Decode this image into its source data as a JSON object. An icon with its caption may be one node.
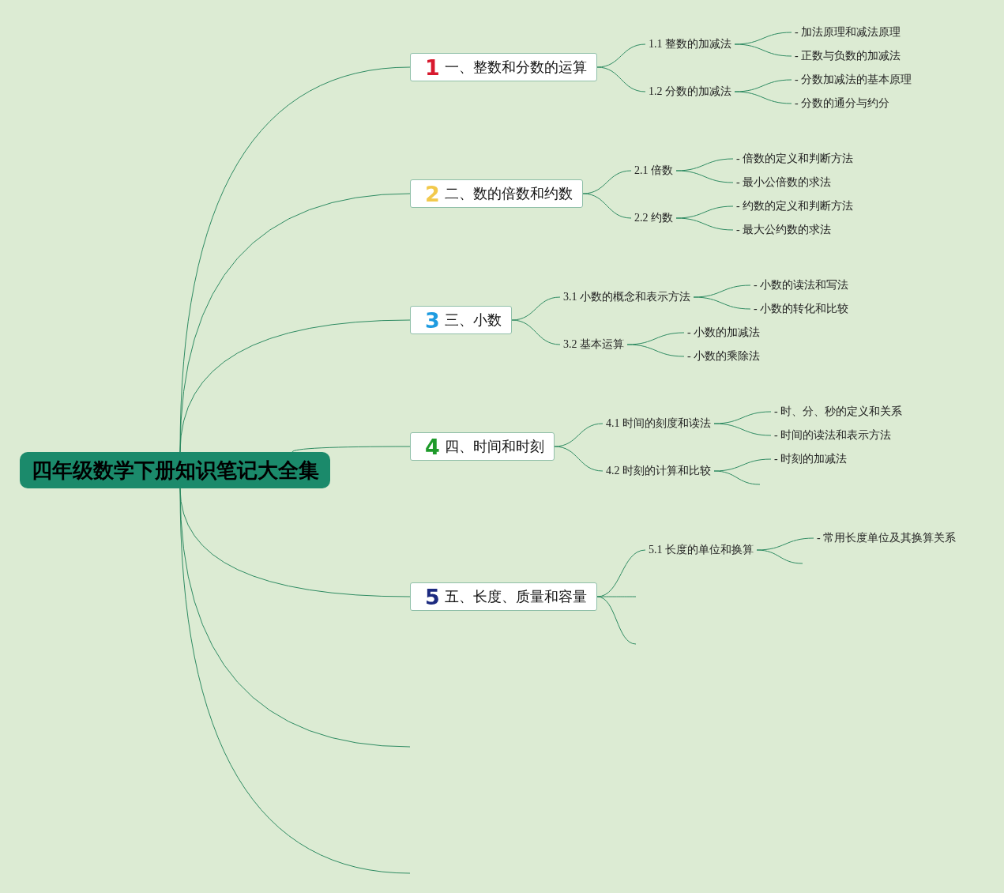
{
  "diagram": {
    "nodes": [
      {
        "text": [
          "四年级数学下册知识笔记大全集"
        ]
      },
      {
        "text": [
          "1",
          "一、整数和分数的运算"
        ]
      },
      {
        "text": [
          "1.1 整数的加减法"
        ]
      },
      {
        "text": [
          "- 加法原理和减法原理"
        ]
      },
      {
        "text": [
          "- 正数与负数的加减法"
        ]
      },
      {
        "text": [
          "1.2 分数的加减法"
        ]
      },
      {
        "text": [
          "- 分数加减法的基本原理"
        ]
      },
      {
        "text": [
          "- 分数的通分与约分"
        ]
      },
      {
        "text": [
          "2",
          "二、数的倍数和约数"
        ]
      },
      {
        "text": [
          "2.1 倍数"
        ]
      },
      {
        "text": [
          "- 倍数的定义和判断方法"
        ]
      },
      {
        "text": [
          "- 最小公倍数的求法"
        ]
      },
      {
        "text": [
          "2.2 约数"
        ]
      },
      {
        "text": [
          "- 约数的定义和判断方法"
        ]
      },
      {
        "text": [
          "- 最大公约数的求法"
        ]
      },
      {
        "text": [
          "3",
          "三、小数"
        ]
      },
      {
        "text": [
          "3.1 小数的概念和表示方法"
        ]
      },
      {
        "text": [
          "- 小数的读法和写法"
        ]
      },
      {
        "text": [
          "- 小数的转化和比较"
        ]
      },
      {
        "text": [
          "3.2 基本运算"
        ]
      },
      {
        "text": [
          "- 小数的加减法"
        ]
      },
      {
        "text": [
          "- 小数的乘除法"
        ]
      },
      {
        "text": [
          "4",
          "四、时间和时刻"
        ]
      },
      {
        "text": [
          "4.1 时间的刻度和读法"
        ]
      },
      {
        "text": [
          "- 时、分、秒的定义和关系"
        ]
      },
      {
        "text": [
          "- 时间的读法和表示方法"
        ]
      },
      {
        "text": [
          "4.2 时刻的计算和比较"
        ]
      },
      {
        "text": [
          "- 时刻的加减法"
        ]
      },
      {
        "text": [
          "5",
          "五、长度、质量和容量"
        ]
      },
      {
        "text": [
          "5.1 长度的单位和换算"
        ]
      },
      {
        "text": [
          "- 常用长度单位及其换算关系"
        ]
      }
    ],
    "edges": [
      {
        "from": 0,
        "to": 1,
        "arrow": "none"
      },
      {
        "from": 0,
        "to": 8,
        "arrow": "none"
      },
      {
        "from": 0,
        "to": 15,
        "arrow": "none"
      },
      {
        "from": 0,
        "to": 22,
        "arrow": "none"
      },
      {
        "from": 0,
        "to": 28,
        "arrow": "none"
      },
      {
        "from": 0,
        "to": null,
        "arrow": "none"
      },
      {
        "from": 0,
        "to": null,
        "arrow": "none"
      },
      {
        "from": 1,
        "to": 2,
        "arrow": "none"
      },
      {
        "from": 1,
        "to": 5,
        "arrow": "none"
      },
      {
        "from": 2,
        "to": 3,
        "arrow": "none"
      },
      {
        "from": 2,
        "to": 4,
        "arrow": "none"
      },
      {
        "from": 5,
        "to": 6,
        "arrow": "none"
      },
      {
        "from": 5,
        "to": 7,
        "arrow": "none"
      },
      {
        "from": 8,
        "to": 9,
        "arrow": "none"
      },
      {
        "from": 8,
        "to": 12,
        "arrow": "none"
      },
      {
        "from": 9,
        "to": 10,
        "arrow": "none"
      },
      {
        "from": 9,
        "to": 11,
        "arrow": "none"
      },
      {
        "from": 12,
        "to": 13,
        "arrow": "none"
      },
      {
        "from": 12,
        "to": 14,
        "arrow": "none"
      },
      {
        "from": 15,
        "to": 16,
        "arrow": "none"
      },
      {
        "from": 15,
        "to": 19,
        "arrow": "none"
      },
      {
        "from": 16,
        "to": 17,
        "arrow": "none"
      },
      {
        "from": 16,
        "to": 18,
        "arrow": "none"
      },
      {
        "from": 19,
        "to": 20,
        "arrow": "none"
      },
      {
        "from": 19,
        "to": 21,
        "arrow": "none"
      },
      {
        "from": 22,
        "to": 23,
        "arrow": "none"
      },
      {
        "from": 22,
        "to": 26,
        "arrow": "none"
      },
      {
        "from": 23,
        "to": 24,
        "arrow": "none"
      },
      {
        "from": 23,
        "to": 25,
        "arrow": "none"
      },
      {
        "from": 26,
        "to": 27,
        "arrow": "none"
      },
      {
        "from": 26,
        "to": null,
        "arrow": "none"
      },
      {
        "from": 28,
        "to": 29,
        "arrow": "none"
      },
      {
        "from": 28,
        "to": null,
        "arrow": "none"
      },
      {
        "from": 28,
        "to": null,
        "arrow": "none"
      },
      {
        "from": 29,
        "to": 30,
        "arrow": "none"
      },
      {
        "from": 29,
        "to": null,
        "arrow": "none"
      }
    ]
  }
}
